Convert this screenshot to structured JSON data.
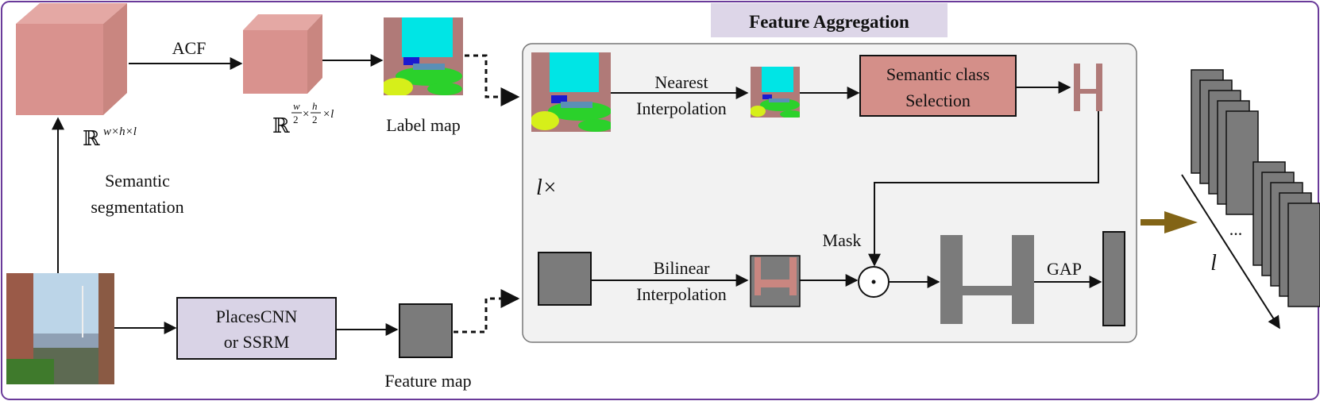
{
  "title": "Feature Aggregation",
  "labels": {
    "acf": "ACF",
    "dim_full": "ℝ",
    "dim_full_sup": "w×h×l",
    "dim_half": "ℝ",
    "dim_half_w": "w",
    "dim_half_h": "h",
    "dim_half_den": "2",
    "dim_half_times": "×",
    "dim_half_l": "×l",
    "label_map": "Label map",
    "semantic_line1": "Semantic",
    "semantic_line2": "segmentation",
    "placescnn_line1": "PlacesCNN",
    "placescnn_line2": "or SSRM",
    "feature_map": "Feature map",
    "nearest_line1": "Nearest",
    "nearest_line2": "Interpolation",
    "selection_line1": "Semantic class",
    "selection_line2": "Selection",
    "repeat": "l×",
    "mask": "Mask",
    "bilinear_line1": "Bilinear",
    "bilinear_line2": "Interpolation",
    "gap": "GAP",
    "dots": "...",
    "stack_l": "l"
  },
  "icons": {
    "hadamard": "circle-dot-operator",
    "output_arrow": "thick-right-arrow"
  },
  "colors": {
    "frame": "#6a3a9a",
    "cube": "#d9928e",
    "title_bg": "#ddd6e8",
    "title_text": "#4f3a78",
    "module_bg": "#d9d3e6",
    "panel_bg": "#f2f2f2",
    "selection_bg": "#d48f89",
    "gray_block": "#7b7b7b",
    "cyan": "#00e5e5",
    "green": "#2bd12b",
    "brown_arrow": "#826416"
  }
}
